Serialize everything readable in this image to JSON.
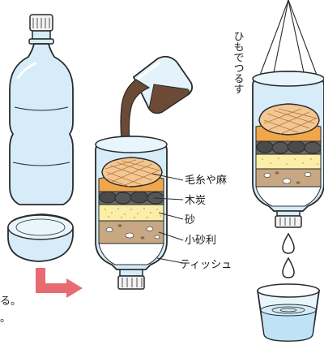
{
  "labels": {
    "wool": "毛糸や麻",
    "charcoal": "木炭",
    "sand": "砂",
    "gravel": "小砂利",
    "tissue": "ティッシュ"
  },
  "hang_text": "ひもでつるす",
  "caption_fragment_1": "る。",
  "caption_fragment_2": "。",
  "colors": {
    "bottle_fill": "#d6ecf8",
    "bottle_stroke": "#2a2a2a",
    "cap": "#f2f2f2",
    "muddy_water": "#6b4a36",
    "wool": "#f2c793",
    "orange_layer": "#f0a64a",
    "charcoal": "#4a4a4a",
    "sand": "#fbeea8",
    "gravel": "#c8a783",
    "clean_water": "#bfe3f6",
    "arrow": "#e86a72"
  }
}
